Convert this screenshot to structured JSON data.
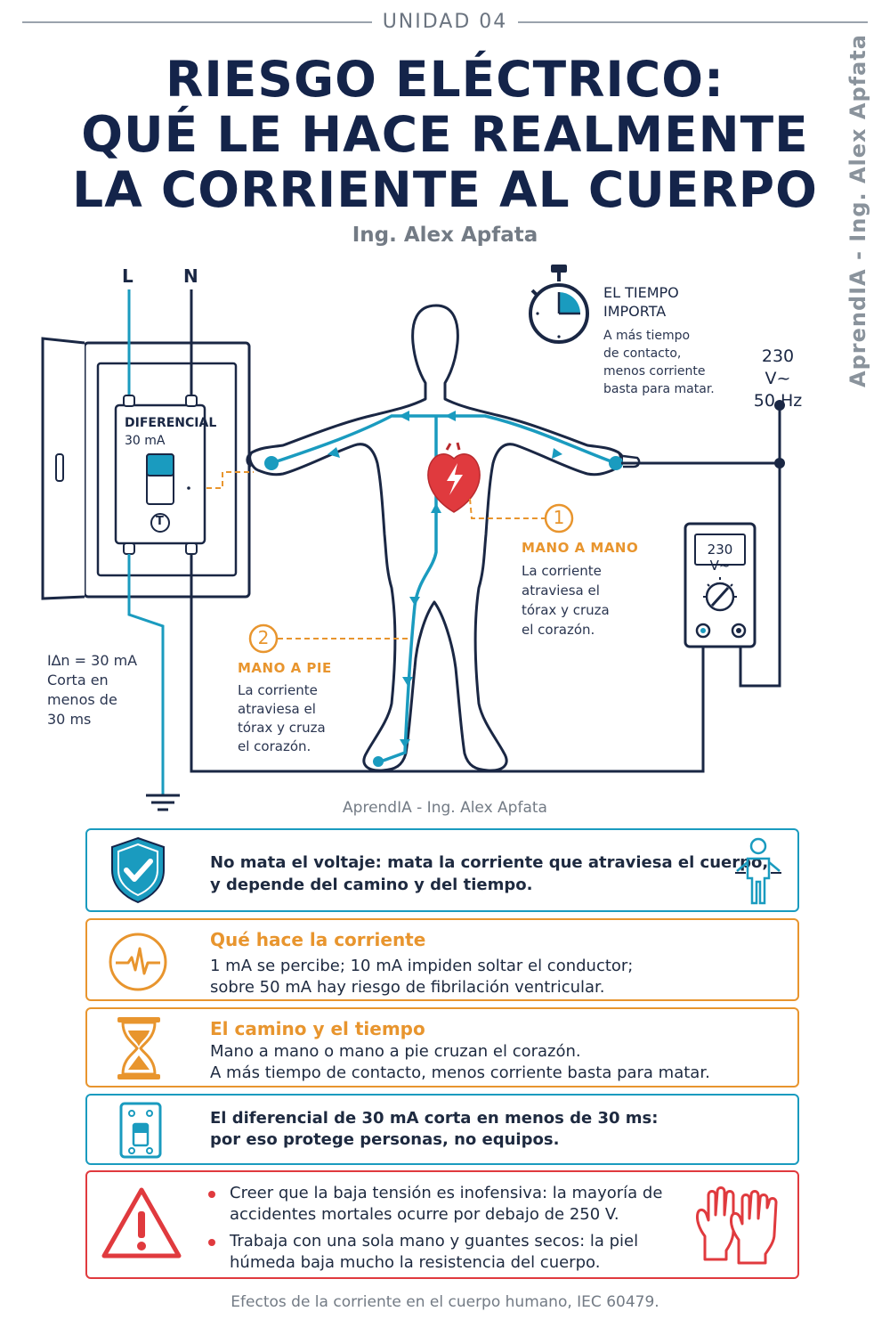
{
  "header": {
    "unit": "UNIDAD 04",
    "title_line1": "RIESGO ELÉCTRICO:",
    "title_line2": "QUÉ LE HACE REALMENTE",
    "title_line3": "LA CORRIENTE AL CUERPO",
    "author": "Ing. Alex Apfata",
    "side_watermark": "AprendIA - Ing. Alex Apfata"
  },
  "diagram": {
    "line_label": "L",
    "neutral_label": "N",
    "breaker_line1": "DIFERENCIAL",
    "breaker_line2": "30 mA",
    "test_button": "T",
    "trip_spec": "I∆n = 30 mA",
    "trip_text1": "Corta en",
    "trip_text2": "menos de",
    "trip_text3": "30 ms",
    "time_title1": "EL TIEMPO",
    "time_title2": "IMPORTA",
    "time_text1": "A más tiempo",
    "time_text2": "de contacto,",
    "time_text3": "menos corriente",
    "time_text4": "basta para matar.",
    "supply_voltage": "230 V~",
    "supply_freq": "50 Hz",
    "meter_display": "230 V~",
    "path1_num": "1",
    "path1_title": "MANO A MANO",
    "path1_text1": "La corriente",
    "path1_text2": "atraviesa el",
    "path1_text3": "tórax y cruza",
    "path1_text4": "el corazón.",
    "path2_num": "2",
    "path2_title": "MANO A PIE",
    "path2_text1": "La corriente",
    "path2_text2": "atraviesa el",
    "path2_text3": "tórax y cruza",
    "path2_text4": "el corazón.",
    "watermark": "AprendIA - Ing. Alex Apfata"
  },
  "cards": {
    "card1_line1": "No mata el voltaje: mata la corriente que atraviesa el cuerpo,",
    "card1_line2": "y depende del camino y del tiempo.",
    "card2_title": "Qué hace la corriente",
    "card2_line1": "1 mA se percibe; 10 mA impiden soltar el conductor;",
    "card2_line2": "sobre 50 mA hay riesgo de fibrilación ventricular.",
    "card3_title": "El camino y el tiempo",
    "card3_line1": "Mano a mano o mano a pie cruzan el corazón.",
    "card3_line2": "A más tiempo de contacto, menos corriente basta para matar.",
    "card4_line1": "El diferencial de 30 mA corta en menos de 30 ms:",
    "card4_line2": "por eso protege personas, no equipos.",
    "card5_bullet1_line1": "Creer que la baja tensión es inofensiva: la mayoría de",
    "card5_bullet1_line2": "accidentes mortales ocurre por debajo de 250 V.",
    "card5_bullet2_line1": "Trabaja con una sola mano y guantes secos: la piel",
    "card5_bullet2_line2": "húmeda baja mucho la resistencia del cuerpo."
  },
  "footer": "Efectos de la corriente en el cuerpo humano, IEC 60479.",
  "colors": {
    "navy": "#1a2744",
    "teal": "#1a9bbf",
    "orange": "#e8952e",
    "red": "#e03a3e"
  }
}
